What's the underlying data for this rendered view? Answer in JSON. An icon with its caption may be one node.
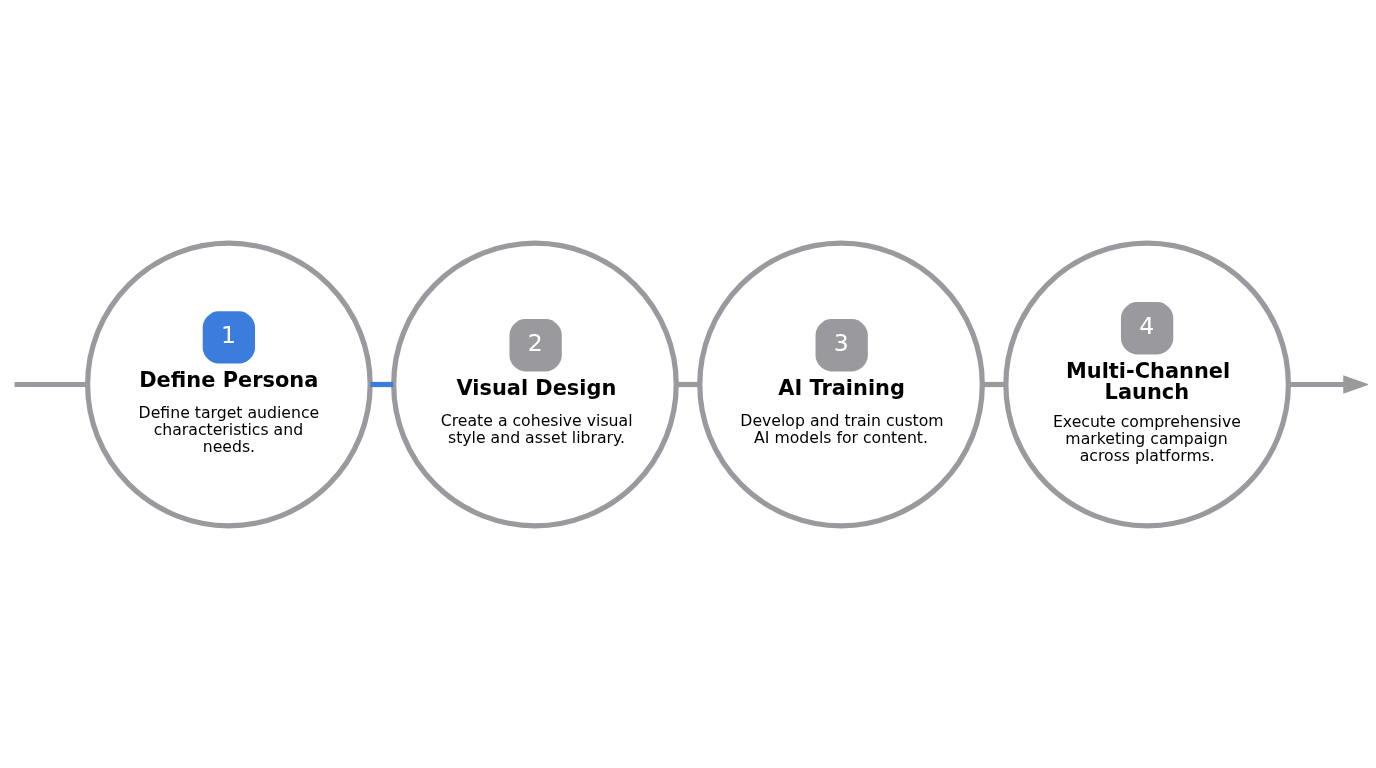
{
  "diagram": {
    "nodes": [
      {
        "text": [
          "1",
          "Define Persona",
          "Define target audience characteristics and needs."
        ]
      },
      {
        "text": [
          "2",
          "Visual Design",
          "Create a cohesive visual style and asset library."
        ]
      },
      {
        "text": [
          "3",
          "AI Training",
          "Develop and train custom AI models for content."
        ]
      },
      {
        "text": [
          "4",
          "Multi-Channel Launch",
          "Execute comprehensive marketing campaign across platforms."
        ]
      }
    ],
    "edges": [
      {
        "from": null,
        "to": 0,
        "arrow": "none"
      },
      {
        "from": 0,
        "to": 1,
        "arrow": "none",
        "color": "#3b7ddd"
      },
      {
        "from": 1,
        "to": 2,
        "arrow": "none"
      },
      {
        "from": 2,
        "to": 3,
        "arrow": "none"
      },
      {
        "from": 3,
        "to": null,
        "arrow": "to"
      }
    ]
  }
}
